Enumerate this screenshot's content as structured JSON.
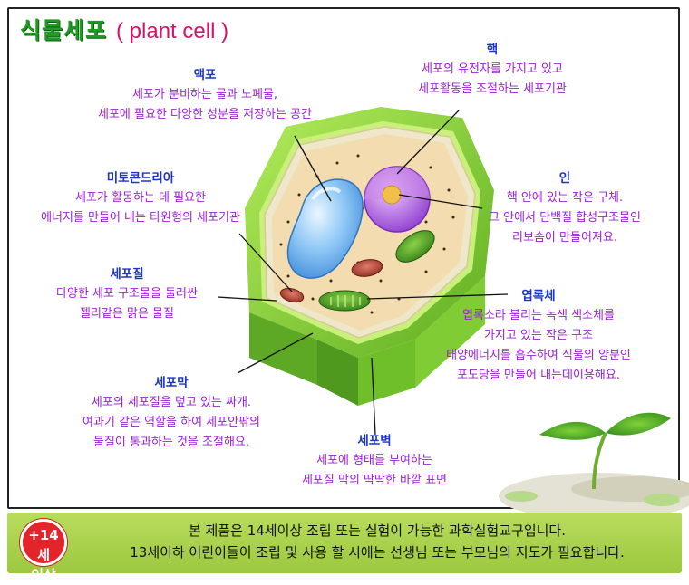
{
  "title": {
    "korean": "식물세포",
    "english": "( plant cell )"
  },
  "labels": {
    "vacuole": {
      "name": "액포",
      "line1": "세포가 분비하는 물과 노폐물,",
      "line2": "세포에 필요한 다양한 성분을 저장하는 공간"
    },
    "nucleus": {
      "name": "핵",
      "line1": "세포의 유전자를 가지고 있고",
      "line2": "세포활동을 조절하는 세포기관"
    },
    "mitochondria": {
      "name": "미토콘드리아",
      "line1": "세포가 활동하는 데 필요한",
      "line2": "에너지를 만들어 내는 타원형의 세포기관"
    },
    "nucleolus": {
      "name": "인",
      "line1": "핵 안에 있는 작은 구체.",
      "line2": "그 안에서 단백질 합성구조물인",
      "line3": "리보솜이 만들어져요."
    },
    "cytoplasm": {
      "name": "세포질",
      "line1": "다양한 세포 구조물을 둘러싼",
      "line2": "젤리같은 맑은 물질"
    },
    "chloroplast": {
      "name": "엽록체",
      "line1": "엽록소라 불리는 녹색 색소체를",
      "line2": "가지고 있는 작은 구조",
      "line3": "태양에너지를 흡수하여 식물의 양분인",
      "line4": "포도당을 만들어 내는데이용해요."
    },
    "membrane": {
      "name": "세포막",
      "line1": "세포의 세포질을 덮고 있는 싸개.",
      "line2": "여과기 같은 역할을 하여 세포안팎의",
      "line3": "물질이 통과하는 것을 조절해요."
    },
    "wall": {
      "name": "세포벽",
      "line1": "세포에 형태를 부여하는",
      "line2": "세포질 막의 딱딱한 바깥 표면"
    }
  },
  "footer": {
    "badge_line1": "+14세",
    "badge_line2": "이상",
    "line1": "본 제품은 14세이상 조립 또는 실험이 가능한 과학실험교구입니다.",
    "line2": "13세이하 어린이들이 조립 및 사용 할 시에는 선생님 또는 부모님의 지도가 필요합니다."
  },
  "colors": {
    "title_green": "#1f9b22",
    "title_pink": "#d4146b",
    "heading_blue": "#1b34c9",
    "text_purple": "#9b1fd6",
    "cell_wall": "#8fd436",
    "footer_green": "#a8d04a",
    "badge_red": "#e3242b"
  }
}
